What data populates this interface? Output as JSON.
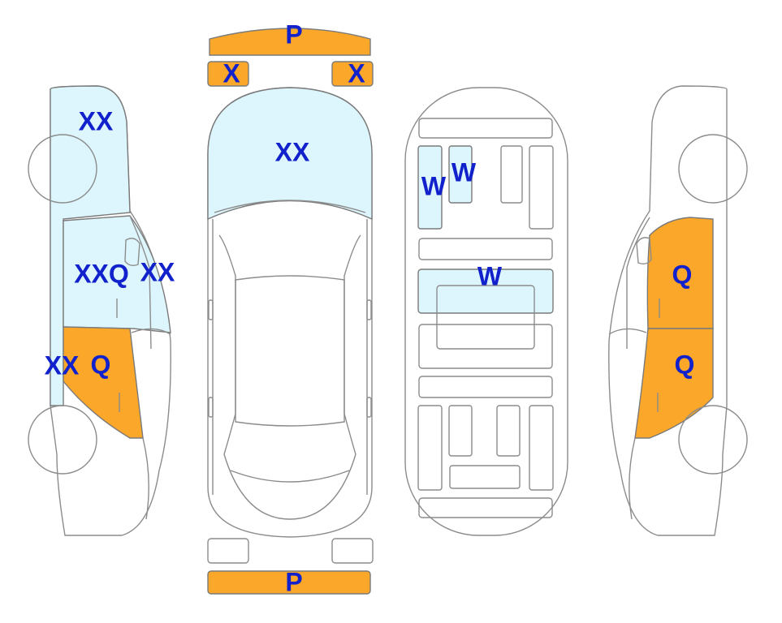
{
  "colors": {
    "damage_orange": "#FBA729",
    "inspect_blue": "#DDF5FC",
    "outline": "#8c8c8c",
    "label_blue": "#1122CC",
    "background": "#FFFFFF"
  },
  "views": {
    "top_view": {
      "front_bumper_label": "P",
      "front_left_light_label": "X",
      "front_right_light_label": "X",
      "hood_label": "XX",
      "rear_bumper_label": "P"
    },
    "underside_view": {
      "left_panel_a_label": "W",
      "left_panel_b_label": "W",
      "middle_panel_label": "W"
    },
    "left_side_view": {
      "front_fender_label": "XX",
      "front_door_label": "XXQ",
      "front_door_window_label": "XX",
      "rear_quarter_label": "XX",
      "rear_door_label": "Q"
    },
    "right_side_view": {
      "front_door_label": "Q",
      "rear_door_label": "Q"
    }
  }
}
